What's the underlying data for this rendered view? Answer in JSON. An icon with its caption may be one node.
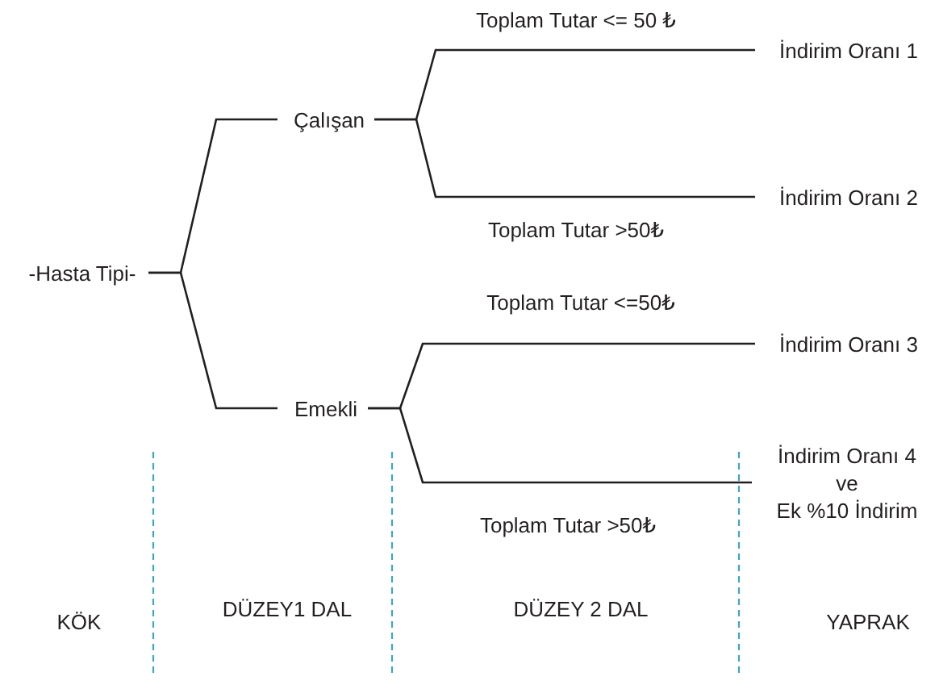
{
  "diagram": {
    "nodes": [
      {
        "text": [
          "-Hasta Tipi-"
        ]
      },
      {
        "text": [
          "Çalışan"
        ]
      },
      {
        "text": [
          "Emekli"
        ]
      },
      {
        "text": [
          "İndirim Oranı 1"
        ]
      },
      {
        "text": [
          "İndirim Oranı 2"
        ]
      },
      {
        "text": [
          "İndirim Oranı 3"
        ]
      },
      {
        "text": [
          "İndirim Oranı 4",
          "ve",
          "Ek %10 İndirim"
        ]
      }
    ],
    "edges": [
      {
        "from": 0,
        "to": 1,
        "arrow": "none"
      },
      {
        "from": 0,
        "to": 2,
        "arrow": "none"
      },
      {
        "from": 1,
        "to": 3,
        "arrow": "none",
        "label": "Toplam Tutar <= 50 ₺"
      },
      {
        "from": 1,
        "to": 4,
        "arrow": "none",
        "label": "Toplam Tutar >50₺"
      },
      {
        "from": 2,
        "to": 5,
        "arrow": "none",
        "label": "Toplam Tutar <=50₺"
      },
      {
        "from": 2,
        "to": 6,
        "arrow": "none",
        "label": "Toplam Tutar >50₺"
      }
    ],
    "labels": [
      "KÖK",
      "DÜZEY1 DAL",
      "DÜZEY 2 DAL",
      "YAPRAK"
    ]
  }
}
